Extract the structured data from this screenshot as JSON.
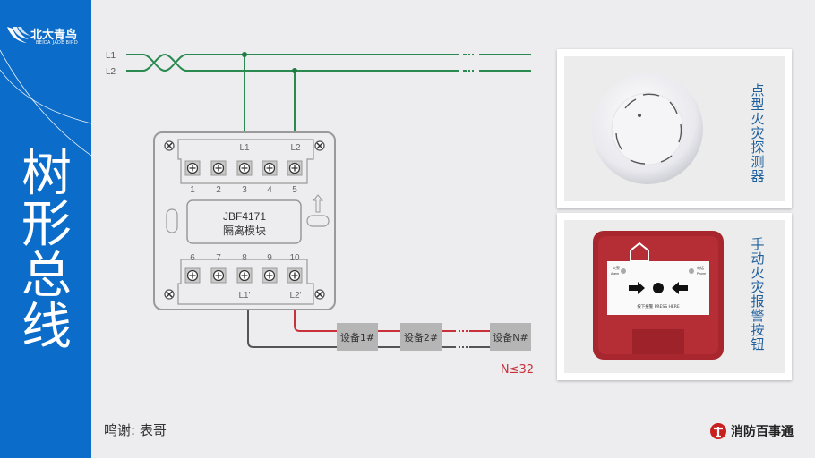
{
  "brand": {
    "logo_cn": "北大青鸟",
    "logo_en": "BEIDA JADE BIRD"
  },
  "sidebar": {
    "title_chars": [
      "树",
      "形",
      "总",
      "线"
    ]
  },
  "diagram": {
    "bus_labels": {
      "l1": "L1",
      "l2": "L2"
    },
    "module": {
      "model": "JBF4171",
      "name": "隔离模块",
      "top_labels": {
        "l1": "L1",
        "l2": "L2"
      },
      "bottom_labels": {
        "l1": "L1'",
        "l2": "L2'"
      },
      "top_terminals": [
        "1",
        "2",
        "3",
        "4",
        "5"
      ],
      "bottom_terminals": [
        "6",
        "7",
        "8",
        "9",
        "10"
      ]
    },
    "devices": [
      "设备1#",
      "设备2#",
      "设备N#"
    ],
    "limit_note": "N≤32",
    "colors": {
      "bus_green": "#2a8a4f",
      "line_red": "#c8313a",
      "line_dark": "#555555",
      "device_box": "#b5b5b5"
    }
  },
  "products": [
    {
      "caption_chars": [
        "点",
        "型",
        "火",
        "灾",
        "探",
        "测",
        "器"
      ]
    },
    {
      "caption_chars": [
        "手",
        "动",
        "火",
        "灾",
        "报",
        "警",
        "按",
        "钮"
      ],
      "panel": {
        "alarm_cn": "火警",
        "alarm_en": "Alarm",
        "phone_cn": "电话",
        "phone_en": "Phone",
        "press": "按下报警  PRESS HERE"
      }
    }
  ],
  "footer": {
    "credit": "鸣谢: 表哥",
    "source_brand": "消防百事通"
  }
}
